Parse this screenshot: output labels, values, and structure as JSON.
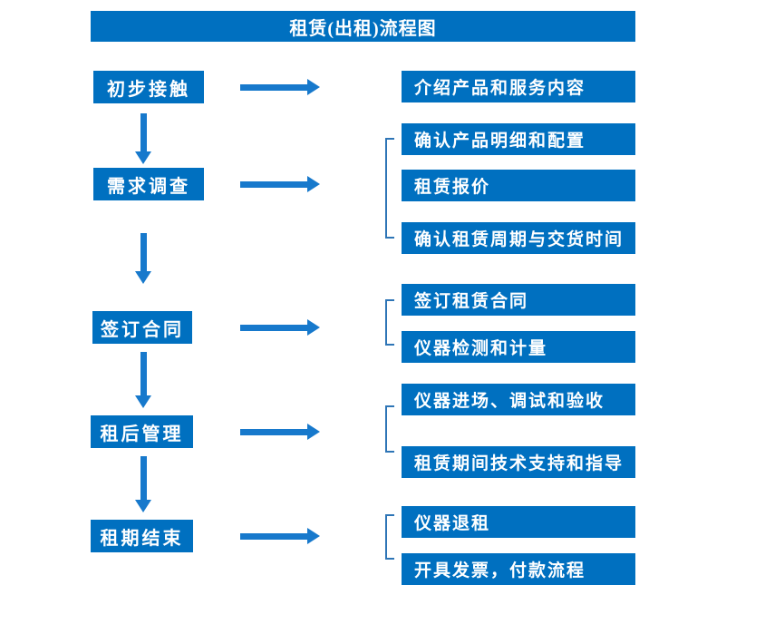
{
  "title": "租赁(出租)流程图",
  "colors": {
    "box_blue": "#0070C0",
    "arrow_blue": "#1779CC",
    "bracket_blue": "#2E75B6",
    "text": "#FFFFFF"
  },
  "flow": [
    {
      "step": "初步接触",
      "details": [
        "介绍产品和服务内容"
      ]
    },
    {
      "step": "需求调查",
      "details": [
        "确认产品明细和配置",
        "租赁报价",
        "确认租赁周期与交货时间"
      ]
    },
    {
      "step": "签订合同",
      "details": [
        "签订租赁合同",
        "仪器检测和计量"
      ]
    },
    {
      "step": "租后管理",
      "details": [
        "仪器进场、调试和验收",
        "租赁期间技术支持和指导"
      ]
    },
    {
      "step": "租期结束",
      "details": [
        "仪器退租",
        "开具发票，付款流程"
      ]
    }
  ]
}
